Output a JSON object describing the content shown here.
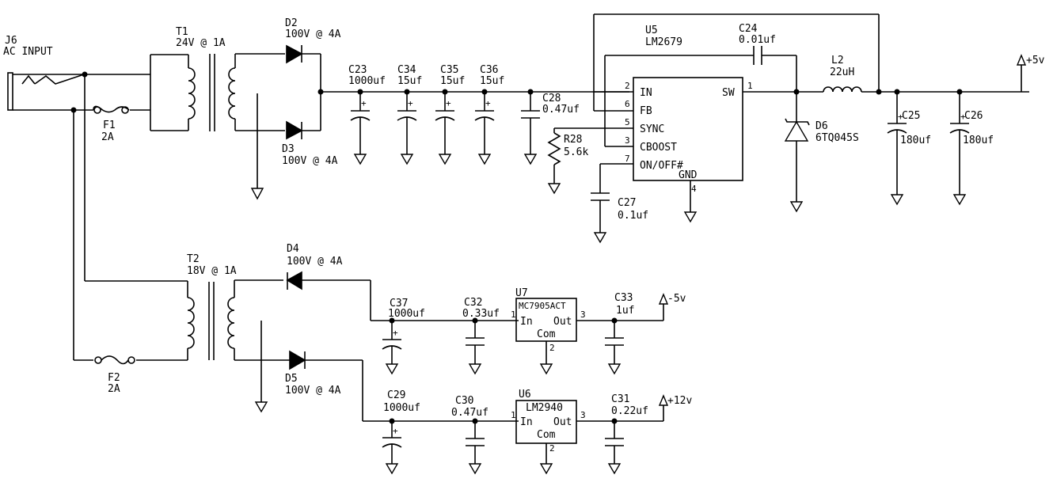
{
  "parts": {
    "J6": {
      "ref": "J6",
      "value": "AC INPUT"
    },
    "T1": {
      "ref": "T1",
      "value": "24V @ 1A"
    },
    "T2": {
      "ref": "T2",
      "value": "18V @ 1A"
    },
    "F1": {
      "ref": "F1",
      "value": "2A"
    },
    "F2": {
      "ref": "F2",
      "value": "2A"
    },
    "D2": {
      "ref": "D2",
      "value": "100V @ 4A"
    },
    "D3": {
      "ref": "D3",
      "value": "100V @ 4A"
    },
    "D4": {
      "ref": "D4",
      "value": "100V @ 4A"
    },
    "D5": {
      "ref": "D5",
      "value": "100V @ 4A"
    },
    "D6": {
      "ref": "D6",
      "value": "6TQ045S"
    },
    "C23": {
      "ref": "C23",
      "value": "1000uf"
    },
    "C34": {
      "ref": "C34",
      "value": "15uf"
    },
    "C35": {
      "ref": "C35",
      "value": "15uf"
    },
    "C36": {
      "ref": "C36",
      "value": "15uf"
    },
    "C28": {
      "ref": "C28",
      "value": "0.47uf"
    },
    "R28": {
      "ref": "R28",
      "value": "5.6k"
    },
    "C27": {
      "ref": "C27",
      "value": "0.1uf"
    },
    "C24": {
      "ref": "C24",
      "value": "0.01uf"
    },
    "L2": {
      "ref": "L2",
      "value": "22uH"
    },
    "C25": {
      "ref": "C25",
      "value": "180uf"
    },
    "C26": {
      "ref": "C26",
      "value": "180uf"
    },
    "U5": {
      "ref": "U5",
      "value": "LM2679"
    },
    "C37": {
      "ref": "C37",
      "value": "1000uf"
    },
    "C32": {
      "ref": "C32",
      "value": "0.33uf"
    },
    "U7": {
      "ref": "U7",
      "value": "MC7905ACT"
    },
    "C33": {
      "ref": "C33",
      "value": "1uf"
    },
    "C29": {
      "ref": "C29",
      "value": "1000uf"
    },
    "C30": {
      "ref": "C30",
      "value": "0.47uf"
    },
    "U6": {
      "ref": "U6",
      "value": "LM2940"
    },
    "C31": {
      "ref": "C31",
      "value": "0.22uf"
    }
  },
  "u5_pins": {
    "in": {
      "num": "2",
      "name": "IN"
    },
    "fb": {
      "num": "6",
      "name": "FB"
    },
    "sync": {
      "num": "5",
      "name": "SYNC"
    },
    "cboost": {
      "num": "3",
      "name": "CBOOST"
    },
    "onoff": {
      "num": "7",
      "name": "ON/OFF#"
    },
    "gnd": {
      "num": "4",
      "name": "GND"
    },
    "sw": {
      "num": "1",
      "name": "SW"
    }
  },
  "reg_pins": {
    "in_num": "1",
    "in_name": "In",
    "out_num": "3",
    "out_name": "Out",
    "com_num": "2",
    "com_name": "Com"
  },
  "rails": {
    "pos5": "+5v",
    "neg5": "-5v",
    "pos12": "+12v"
  },
  "polarity_mark": "+"
}
